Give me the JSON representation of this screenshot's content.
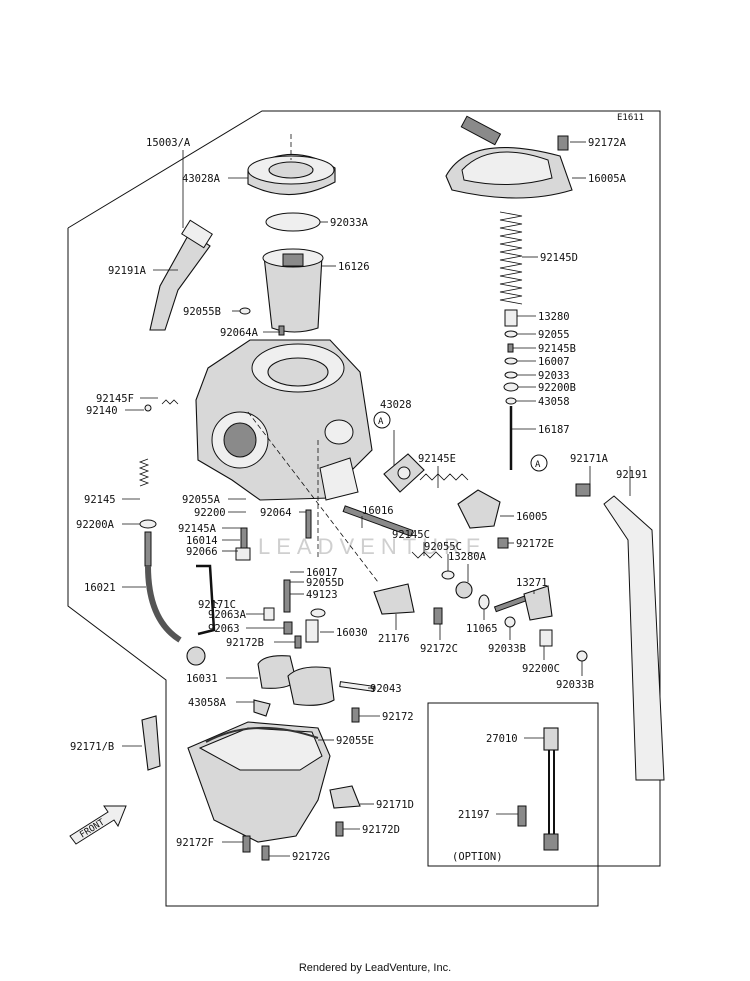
{
  "diagram_code": "E1611",
  "watermark": "LEADVENTURE",
  "footer": "Rendered by LeadVenture, Inc.",
  "front_label": "FRONT",
  "option_label": "(OPTION)",
  "callout_letter": "A",
  "parts": [
    {
      "ref": "15003/A"
    },
    {
      "ref": "43028A"
    },
    {
      "ref": "92033A"
    },
    {
      "ref": "92191A"
    },
    {
      "ref": "16126"
    },
    {
      "ref": "92055B"
    },
    {
      "ref": "92064A"
    },
    {
      "ref": "92145F"
    },
    {
      "ref": "92140"
    },
    {
      "ref": "43028"
    },
    {
      "ref": "92145"
    },
    {
      "ref": "92200A"
    },
    {
      "ref": "92055A"
    },
    {
      "ref": "92200"
    },
    {
      "ref": "92145A"
    },
    {
      "ref": "16014"
    },
    {
      "ref": "92066"
    },
    {
      "ref": "92064"
    },
    {
      "ref": "16016"
    },
    {
      "ref": "16021"
    },
    {
      "ref": "92171C"
    },
    {
      "ref": "16017"
    },
    {
      "ref": "92055D"
    },
    {
      "ref": "49123"
    },
    {
      "ref": "92063A"
    },
    {
      "ref": "92063"
    },
    {
      "ref": "92172B"
    },
    {
      "ref": "16030"
    },
    {
      "ref": "16031"
    },
    {
      "ref": "92043"
    },
    {
      "ref": "43058A"
    },
    {
      "ref": "92172"
    },
    {
      "ref": "92171/B"
    },
    {
      "ref": "92055E"
    },
    {
      "ref": "92171D"
    },
    {
      "ref": "92172D"
    },
    {
      "ref": "92172F"
    },
    {
      "ref": "92172G"
    },
    {
      "ref": "92172A"
    },
    {
      "ref": "16005A"
    },
    {
      "ref": "92145D"
    },
    {
      "ref": "13280"
    },
    {
      "ref": "92055"
    },
    {
      "ref": "92145B"
    },
    {
      "ref": "16007"
    },
    {
      "ref": "92033"
    },
    {
      "ref": "92200B"
    },
    {
      "ref": "43058"
    },
    {
      "ref": "16187"
    },
    {
      "ref": "92145E"
    },
    {
      "ref": "16005"
    },
    {
      "ref": "92172E"
    },
    {
      "ref": "92145C"
    },
    {
      "ref": "92055C"
    },
    {
      "ref": "13280A"
    },
    {
      "ref": "13271"
    },
    {
      "ref": "21176"
    },
    {
      "ref": "92172C"
    },
    {
      "ref": "11065"
    },
    {
      "ref": "92033B"
    },
    {
      "ref": "92200C"
    },
    {
      "ref": "92033B"
    },
    {
      "ref": "92171A"
    },
    {
      "ref": "92191"
    },
    {
      "ref": "27010"
    },
    {
      "ref": "21197"
    }
  ]
}
